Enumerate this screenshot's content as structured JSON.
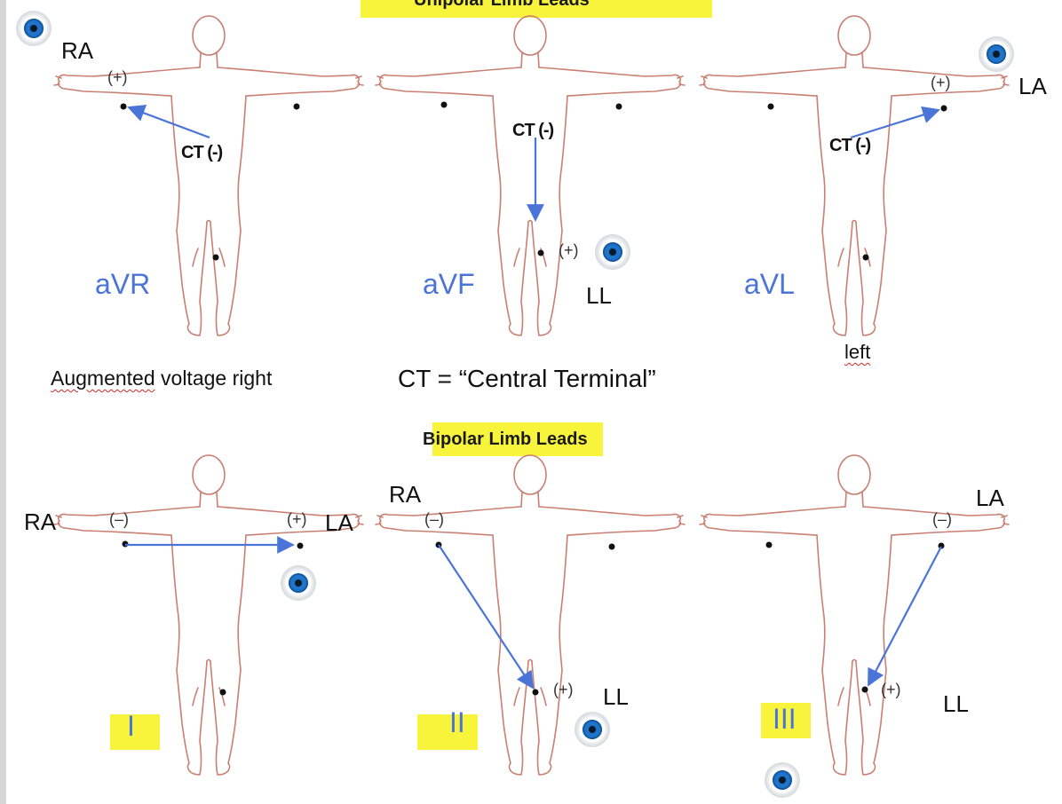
{
  "headers": {
    "unipolar": "Unipolar Limb Leads",
    "bipolar": "Bipolar Limb Leads"
  },
  "notes": {
    "augmented": [
      "Augmented",
      " voltage right"
    ],
    "ct_definition": "CT = “Central Terminal”",
    "left": "left"
  },
  "labels": {
    "ra": "RA",
    "la": "LA",
    "ll": "LL",
    "positive": "(+)",
    "negative": "(–)",
    "ct": "CT (-)"
  },
  "leads": {
    "avr": "aVR",
    "avf": "aVF",
    "avl": "aVL",
    "i": "I",
    "ii": "II",
    "iii": "III"
  },
  "colors": {
    "body_outline": "#c97f72",
    "vector": "#4a74d8",
    "lead_text": "#4a74d8",
    "highlight": "#f8f43c",
    "eye_icon": "#1f73c8"
  }
}
